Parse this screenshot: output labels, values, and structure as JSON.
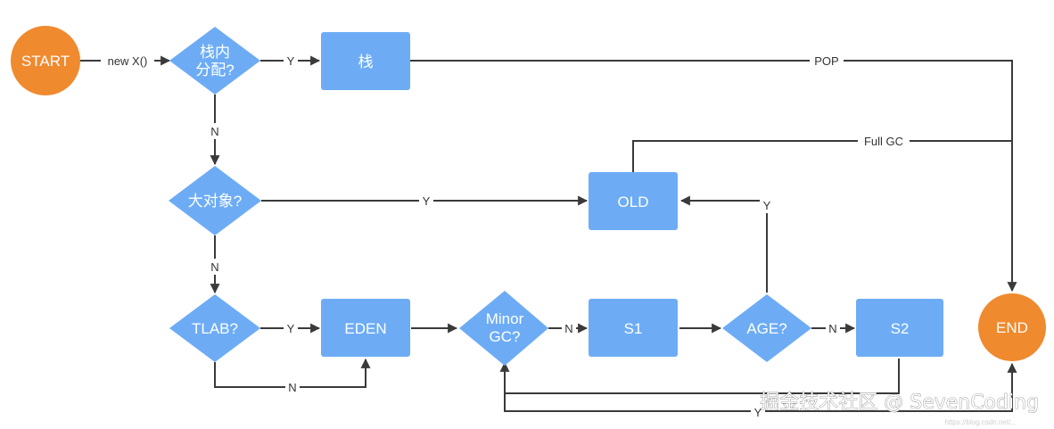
{
  "nodes": {
    "start": "START",
    "stack_alloc_q": [
      "栈内",
      "分配?"
    ],
    "stack": "栈",
    "big_object_q": "大对象?",
    "old": "OLD",
    "tlab_q": "TLAB?",
    "eden": "EDEN",
    "minor_gc_q": [
      "Minor",
      "GC?"
    ],
    "s1": "S1",
    "age_q": "AGE?",
    "s2": "S2",
    "end": "END"
  },
  "edges": {
    "new_x": "new X()",
    "stack_y": "Y",
    "pop": "POP",
    "stack_n": "N",
    "full_gc": "Full GC",
    "big_y": "Y",
    "big_n": "N",
    "age_y": "Y",
    "tlab_y": "Y",
    "tlab_n": "N",
    "gc_n": "N",
    "age_n": "N",
    "s2_y": "Y"
  },
  "watermark": {
    "main": "掘金技术社区 @ SevenCoding",
    "faint": "https://blog.csdn.net/..."
  },
  "colors": {
    "terminal": "#F08A2E",
    "process": "#6DACF5",
    "line": "#3A3A3A"
  }
}
